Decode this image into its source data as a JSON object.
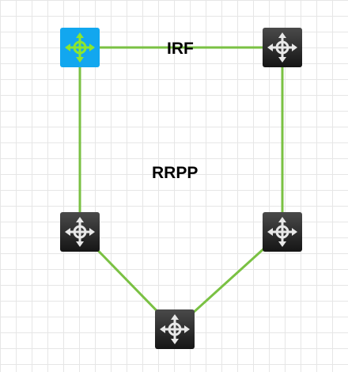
{
  "diagram": {
    "labels": {
      "irf": "IRF",
      "rrpp": "RRPP"
    },
    "colors": {
      "link": "#7ac143",
      "grid": "#e6e6e6",
      "device_selected_bg": "#12a7ef",
      "device_selected_glyph": "#8ce62e",
      "device_bg_top": "#4a4a4a",
      "device_bg_bottom": "#151515",
      "device_glyph": "#e8e8e8"
    },
    "nodes": [
      {
        "id": "switch-top-left",
        "icon": "switch-icon",
        "selected": true
      },
      {
        "id": "switch-top-right",
        "icon": "switch-icon",
        "selected": false
      },
      {
        "id": "switch-middle-left",
        "icon": "switch-icon",
        "selected": false
      },
      {
        "id": "switch-middle-right",
        "icon": "switch-icon",
        "selected": false
      },
      {
        "id": "switch-bottom",
        "icon": "switch-icon",
        "selected": false
      }
    ],
    "links": [
      {
        "from": "switch-top-left",
        "to": "switch-top-right"
      },
      {
        "from": "switch-top-left",
        "to": "switch-middle-left"
      },
      {
        "from": "switch-top-right",
        "to": "switch-middle-right"
      },
      {
        "from": "switch-middle-left",
        "to": "switch-bottom"
      },
      {
        "from": "switch-middle-right",
        "to": "switch-bottom"
      }
    ]
  }
}
